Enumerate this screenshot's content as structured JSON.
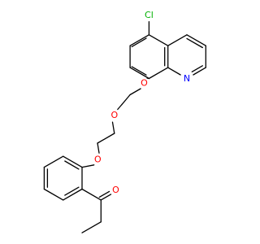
{
  "structure": {
    "atoms": {
      "chlorine": "Cl",
      "nitrogen": "N",
      "oxygen_quinoline_ether": "O",
      "oxygen_middle_ether": "O",
      "oxygen_phenyl_ether": "O",
      "oxygen_carbonyl": "O"
    }
  },
  "colors": {
    "bond": "#000000",
    "chlorine": "#00b000",
    "nitrogen": "#0000ff",
    "oxygen": "#ff0000",
    "background": "#ffffff"
  }
}
